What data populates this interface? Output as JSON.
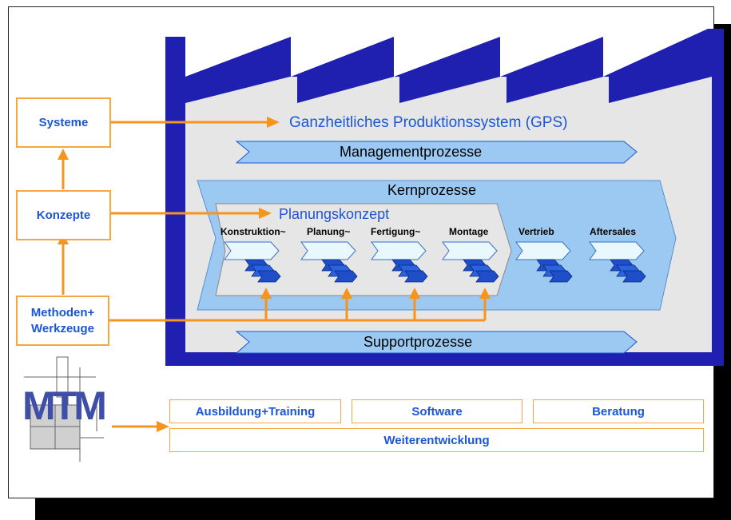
{
  "left_boxes": {
    "systeme": "Systeme",
    "konzepte": "Konzepte",
    "methoden_line1": "Methoden+",
    "methoden_line2": "Werkzeuge"
  },
  "factory": {
    "gps_title": "Ganzheitliches Produktionssystem (GPS)",
    "management": "Managementprozesse",
    "kernprozesse": "Kernprozesse",
    "planungskonzept": "Planungskonzept",
    "support": "Supportprozesse",
    "steps": [
      "Konstruktion~",
      "Planung~",
      "Fertigung~",
      "Montage",
      "Vertrieb",
      "Aftersales"
    ]
  },
  "logo": {
    "text": "MTM"
  },
  "services": {
    "ausbildung": "Ausbildung+Training",
    "software": "Software",
    "beratung": "Beratung",
    "weiterentwicklung": "Weiterentwicklung"
  },
  "colors": {
    "factory_blue": "#1f1fb0",
    "arrow_orange": "#f7941d",
    "process_blue": "#9cc9f2",
    "inner_grey": "#e6e6e6",
    "text_blue": "#1a56d6"
  }
}
